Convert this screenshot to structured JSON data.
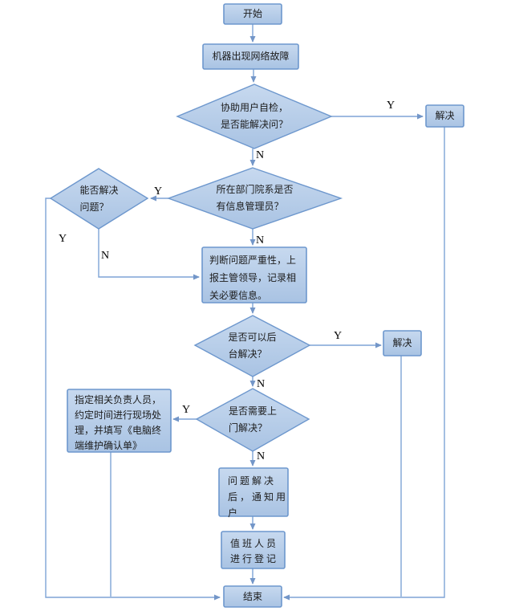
{
  "flowchart": {
    "nodes": {
      "start": {
        "label": "开始"
      },
      "network_fault": {
        "label": "机器出现网络故障"
      },
      "self_check": {
        "lines": [
          "协助用户自检，",
          "是否能解决问？"
        ]
      },
      "resolved_top": {
        "label": "解决"
      },
      "has_admin": {
        "lines": [
          "所在部门院系是否",
          "有信息管理员？"
        ]
      },
      "admin_can_solve": {
        "lines": [
          "能否解决",
          "问题？"
        ]
      },
      "assess_report": {
        "lines": [
          "判断问题严重性，上",
          "报主管领导，记录相",
          "关必要信息。"
        ]
      },
      "backend_solve": {
        "lines": [
          "是否可以后",
          "台解决？"
        ]
      },
      "resolved_mid": {
        "label": "解决"
      },
      "onsite_needed": {
        "lines": [
          "是否需要上",
          "门解决？"
        ]
      },
      "assign_staff": {
        "lines": [
          "指定相关负责人员，",
          "约定时间进行现场处",
          "理，并填写《电脑终",
          "端维护确认单》"
        ]
      },
      "notify_user": {
        "lines": [
          "问题解决",
          "后，通知用",
          "户"
        ]
      },
      "duty_register": {
        "lines": [
          "值班人员",
          "进行登记"
        ]
      },
      "end": {
        "label": "结束"
      }
    },
    "edge_labels": {
      "self_check_yes": "Y",
      "self_check_no": "N",
      "has_admin_yes": "Y",
      "has_admin_no": "N",
      "admin_solve_yes": "Y",
      "admin_solve_no": "N",
      "backend_yes": "Y",
      "backend_no": "N",
      "onsite_yes": "Y",
      "onsite_no": "N"
    },
    "colors": {
      "node_fill_top": "#c7d9ef",
      "node_fill_bottom": "#a9c3e3",
      "node_border": "#6d97cd",
      "connector": "#7ea4d6",
      "text": "#1c1c1c"
    }
  }
}
